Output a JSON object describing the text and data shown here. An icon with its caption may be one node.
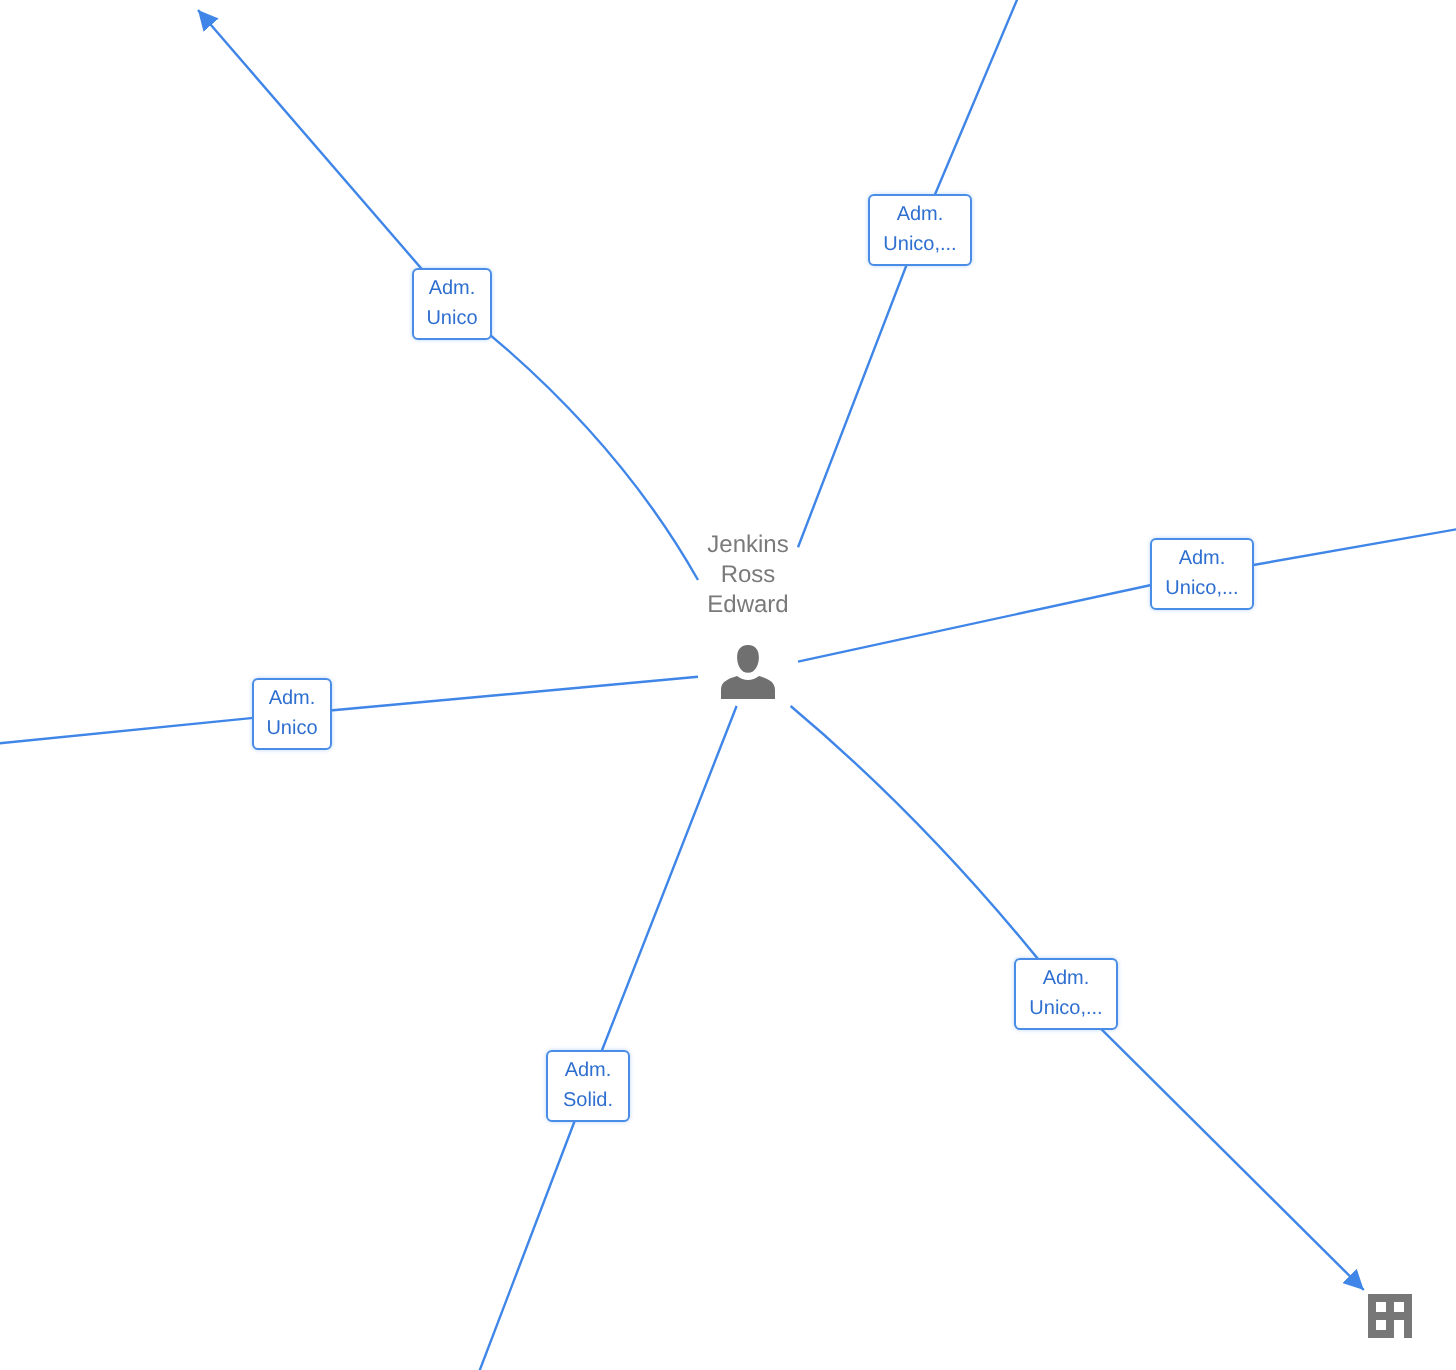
{
  "diagram": {
    "nodes": [
      {
        "text": [
          "Jenkins Ross Edward"
        ]
      },
      {
        "text": [],
        "shape": "picture"
      }
    ],
    "edges": [
      {
        "from": 0,
        "to": null,
        "arrow": "to",
        "label": "Adm. Unico"
      },
      {
        "from": 0,
        "to": null,
        "arrow": "none",
        "label": "Adm. Unico,..."
      },
      {
        "from": 0,
        "to": null,
        "arrow": "none",
        "label": "Adm. Unico,..."
      },
      {
        "from": 0,
        "to": null,
        "arrow": "none",
        "label": "Adm. Unico"
      },
      {
        "from": 0,
        "to": 1,
        "arrow": "to",
        "label": "Adm. Unico,..."
      },
      {
        "from": 0,
        "to": null,
        "arrow": "none",
        "label": "Adm. Solid."
      }
    ]
  }
}
